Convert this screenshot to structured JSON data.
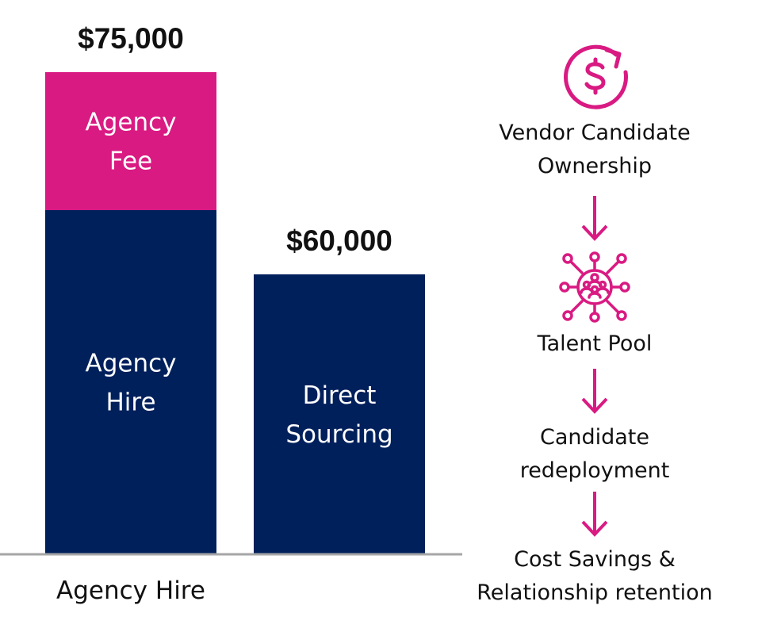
{
  "colors": {
    "navy": "#00205B",
    "magenta": "#D91A82",
    "axis": "#A6A6A6",
    "text": "#111111"
  },
  "chart_data": {
    "type": "bar",
    "stacked": true,
    "title": "",
    "xlabel": "",
    "ylabel": "",
    "ylim": [
      39235,
      75000
    ],
    "grid": false,
    "categories": [
      "Agency Hire",
      ""
    ],
    "x_tick_labels": [
      "Agency Hire",
      ""
    ],
    "bars": [
      {
        "category": "Agency Hire",
        "total": 75000,
        "total_label": "$75,000",
        "segments": [
          {
            "name": "Agency Hire",
            "label_lines": [
              "Agency",
              "Hire"
            ],
            "value": 64765,
            "color": "#00205B"
          },
          {
            "name": "Agency Fee",
            "label_lines": [
              "Agency",
              "Fee"
            ],
            "value": 10235,
            "color": "#D91A82"
          }
        ]
      },
      {
        "category": "Direct Sourcing",
        "total": 60000,
        "total_label": "$60,000",
        "segments": [
          {
            "name": "Direct Sourcing",
            "label_lines": [
              "Direct",
              "Sourcing"
            ],
            "value": 60000,
            "color": "#00205B"
          }
        ]
      }
    ]
  },
  "flow": {
    "steps": [
      {
        "icon": "dollar-cycle-icon",
        "lines": [
          "Vendor Candidate",
          "Ownership"
        ]
      },
      {
        "icon": "talent-network-icon",
        "lines": [
          "Talent Pool"
        ]
      },
      {
        "icon": "",
        "lines": [
          "Candidate",
          "redeployment"
        ]
      },
      {
        "icon": "",
        "lines": [
          "Cost Savings &",
          "Relationship retention"
        ]
      }
    ],
    "arrow_icon": "down-arrow-icon"
  }
}
